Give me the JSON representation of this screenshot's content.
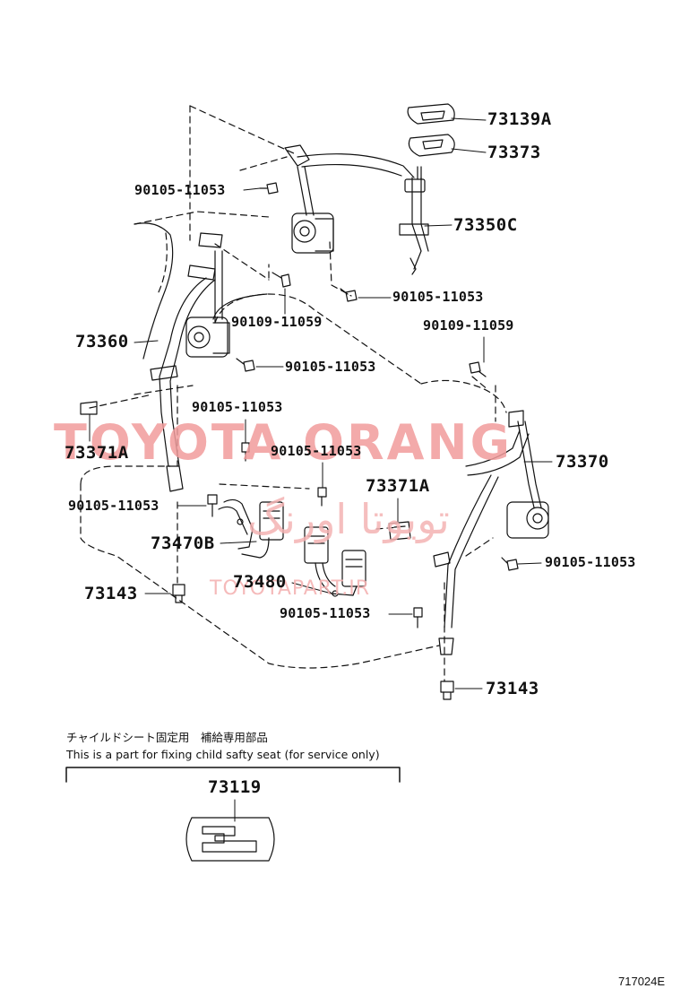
{
  "callouts": {
    "p73139A": "73139A",
    "p73373": "73373",
    "p73350C": "73350C",
    "p90105_top": "90105-11053",
    "p90105_mid_right": "90105-11053",
    "p90109_left": "90109-11059",
    "p90109_right": "90109-11059",
    "p73360": "73360",
    "p90105_center": "90105-11053",
    "p90105_left_upper": "90105-11053",
    "p73371A_left": "73371A",
    "p90105_mid": "90105-11053",
    "p73370": "73370",
    "p73371A_center": "73371A",
    "p90105_left": "90105-11053",
    "p73470B": "73470B",
    "p90105_right": "90105-11053",
    "p73143_left": "73143",
    "p73480": "73480",
    "p90105_bottom": "90105-11053",
    "p73143_right": "73143"
  },
  "note": {
    "jp": "チャイルドシート固定用　補給専用部品",
    "en": "This is a part for fixing child safty seat (for service only)",
    "part": "73119"
  },
  "watermark": {
    "brand": "TOYOTA ORANG",
    "farsi": "تویوتا اورنگ",
    "site": "TOYOTAPART.IR"
  },
  "figure_code": "717024E",
  "colors": {
    "ink": "#111111",
    "watermark": "#f19c9c"
  }
}
